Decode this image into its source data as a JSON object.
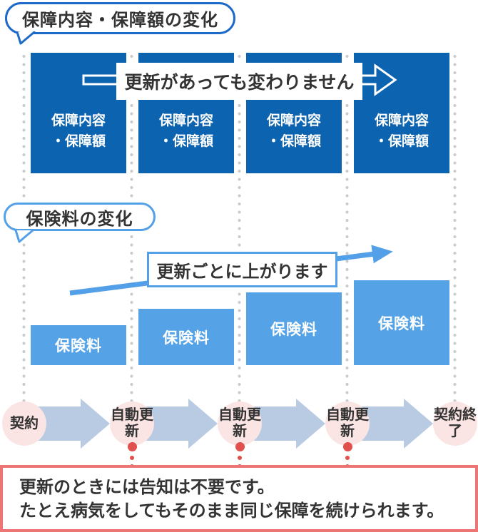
{
  "colors": {
    "primary_blue": "#0c63b0",
    "light_blue": "#55a3e6",
    "accent_blue": "#53a0e8",
    "bubble_border_blue": "#1d6ac9",
    "pale_flow_arrow": "#b9cbe3",
    "node_pink": "#fbe5e4",
    "leader_red": "#e1504d",
    "note_border_red": "#ec7673",
    "guide_dot_gray": "#cbcbcb",
    "text_dark": "#333333"
  },
  "coverage_section": {
    "bubble_label": "保障内容・保障額の変化",
    "banner_label": "更新があっても変わりません",
    "boxes": [
      {
        "line1": "保障内容",
        "line2": "・保障額"
      },
      {
        "line1": "保障内容",
        "line2": "・保障額"
      },
      {
        "line1": "保障内容",
        "line2": "・保障額"
      },
      {
        "line1": "保障内容",
        "line2": "・保障額"
      }
    ]
  },
  "premium_section": {
    "bubble_label": "保険料の変化",
    "banner_label": "更新ごとに上がります",
    "boxes": [
      {
        "label": "保険料"
      },
      {
        "label": "保険料"
      },
      {
        "label": "保険料"
      },
      {
        "label": "保険料"
      }
    ]
  },
  "timeline": {
    "nodes": [
      {
        "label": "契約"
      },
      {
        "label": "自動更新"
      },
      {
        "label": "自動更新"
      },
      {
        "label": "自動更新"
      },
      {
        "label": "契約終了"
      }
    ]
  },
  "note": {
    "line1": "更新のときには告知は不要です。",
    "line2": "たとえ病気をしてもそのまま同じ保障を続けられます。"
  }
}
